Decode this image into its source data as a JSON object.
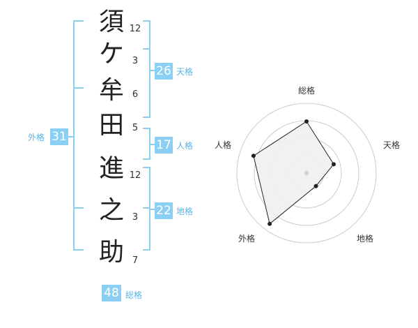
{
  "name": {
    "chars": [
      {
        "char": "須",
        "strokes": "12"
      },
      {
        "char": "ケ",
        "strokes": "3"
      },
      {
        "char": "牟",
        "strokes": "6"
      },
      {
        "char": "田",
        "strokes": "5"
      },
      {
        "char": "進",
        "strokes": "12"
      },
      {
        "char": "之",
        "strokes": "3"
      },
      {
        "char": "助",
        "strokes": "7"
      }
    ]
  },
  "kakaku": {
    "tenkaku": {
      "value": "26",
      "label": "天格"
    },
    "jinkaku": {
      "value": "17",
      "label": "人格"
    },
    "chikaku": {
      "value": "22",
      "label": "地格"
    },
    "gaikaku": {
      "value": "31",
      "label": "外格"
    },
    "soukaku": {
      "value": "48",
      "label": "総格"
    }
  },
  "radar": {
    "labels": {
      "soukaku": "総格",
      "tenkaku": "天格",
      "chikaku": "地格",
      "gaikaku": "外格",
      "jinkaku": "人格"
    },
    "levels": 4,
    "values": {
      "soukaku": 0.74,
      "tenkaku": 0.41,
      "chikaku": 0.23,
      "gaikaku": 0.9,
      "jinkaku": 0.8
    }
  },
  "colors": {
    "accent": "#8ccff5",
    "accent_text": "#5ab4e8",
    "bracket": "#8ccff5",
    "radar_fill": "#efefef",
    "radar_ring": "#cccccc",
    "radar_line": "#222222"
  }
}
